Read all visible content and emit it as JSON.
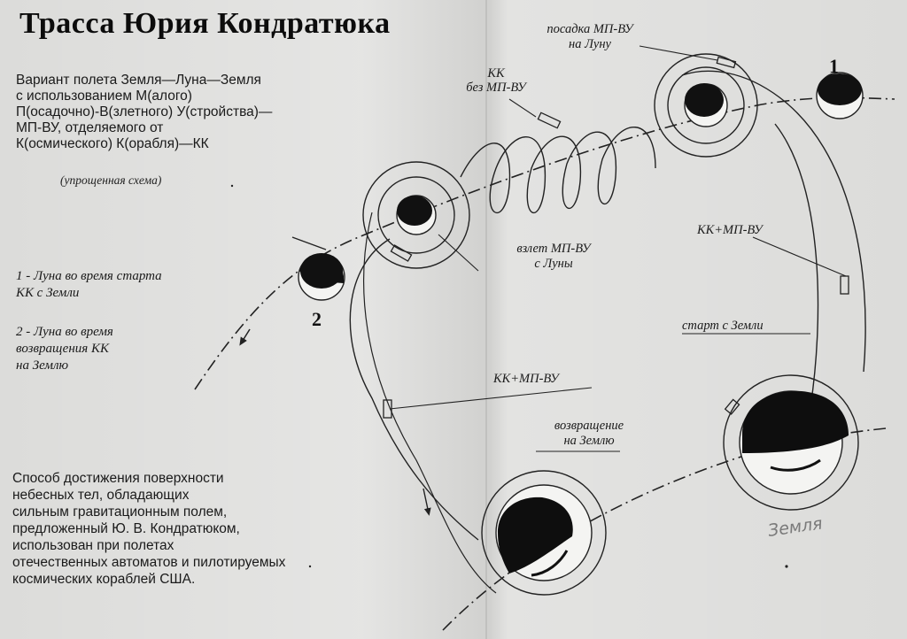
{
  "title": "Трасса Юрия Кондратюка",
  "description": "Вариант полета Земля—Луна—Земля\nс использованием М(алого)\nП(осадочно)-В(злетного) У(стройства)—\nМП-ВУ, отделяемого от\nК(осмического) К(орабля)—КК",
  "scheme_note": "(упрощенная схема)",
  "legend": {
    "item1": "1 - Луна во время старта\n      КК с Земли",
    "item2": "2 - Луна во время\n      возвращения КК\n      на Землю"
  },
  "bottom_text": "Способ достижения поверхности\nнебесных тел, обладающих\nсильным гравитационным полем,\nпредложенный Ю. В. Кондратюком,\nиспользован при полетах\nотечественных автоматов и пилотируемых\nкосмических кораблей США.",
  "labels": {
    "landing_line1": "посадка МП-ВУ",
    "landing_line2": "на Луну",
    "kk_line1": "КК",
    "kk_line2": "без МП-ВУ",
    "takeoff_line1": "взлет МП-ВУ",
    "takeoff_line2": "с Луны",
    "kk_mpvu_right": "КК+МП-ВУ",
    "kk_mpvu_center": "КК+МП-ВУ",
    "start_earth": "старт с Земли",
    "return_line1": "возвращение",
    "return_line2": "на Землю",
    "moon_1": "1",
    "moon_2": "2",
    "earth_handwritten": "Земля"
  }
}
